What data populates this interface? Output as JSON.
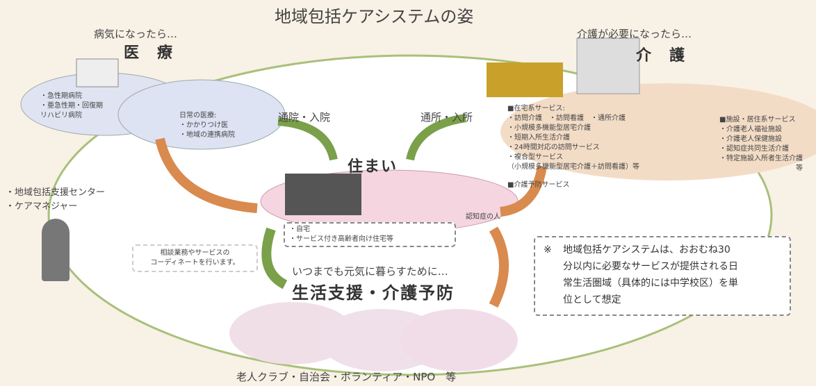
{
  "title": "地域包括ケアシステムの姿",
  "medical": {
    "lead": "病気になったら…",
    "heading": "医　療",
    "hospitals": [
      "・急性期病院",
      "・亜急性期・回復期",
      "リハビリ病院"
    ],
    "daily_heading": "日常の医療:",
    "daily": [
      "・かかりつけ医",
      "・地域の連携病院"
    ],
    "arrow_label": "通院・入院"
  },
  "care": {
    "lead": "介護が必要になったら…",
    "heading": "介　護",
    "arrow_label": "通所・入所",
    "home_services_heading": "■在宅系サービス:",
    "home_services": [
      "・訪問介護　・訪問看護　・通所介護",
      "・小規模多機能型居宅介護",
      "・短期入所生活介護",
      "・24時間対応の訪問サービス",
      "・複合型サービス",
      "（小規模多機能型居宅介護＋訪問看護）等"
    ],
    "prevention": "■介護予防サービス",
    "facility_heading": "■施設・居住系サービス",
    "facility_services": [
      "・介護老人福祉施設",
      "・介護老人保健施設",
      "・認知症共同生活介護",
      "・特定施設入所者生活介護",
      "等"
    ]
  },
  "home": {
    "heading": "住まい",
    "dementia_label": "認知症の人",
    "items": [
      "・自宅",
      "・サービス付き高齢者向け住宅等"
    ]
  },
  "support_center": {
    "items": [
      "・地域包括支援センター",
      "・ケアマネジャー"
    ],
    "note": [
      "相談業務やサービスの",
      "コーディネートを行います。"
    ]
  },
  "life_support": {
    "lead": "いつまでも元気に暮らすために…",
    "heading": "生活支援・介護予防",
    "footer": "老人クラブ・自治会・ボランティア・NPO　等"
  },
  "note": {
    "mark": "※",
    "lines": [
      "地域包括ケアシステムは、おおむね30",
      "分以内に必要なサービスが提供される日",
      "常生活圏域（具体的には中学校区）を単",
      "位として想定"
    ]
  },
  "colors": {
    "medical": "#d9dff0",
    "care": "#f3d9c0",
    "home": "#f4d4de",
    "arrow_orange": "#d98a4e",
    "arrow_green": "#7aa04a"
  }
}
